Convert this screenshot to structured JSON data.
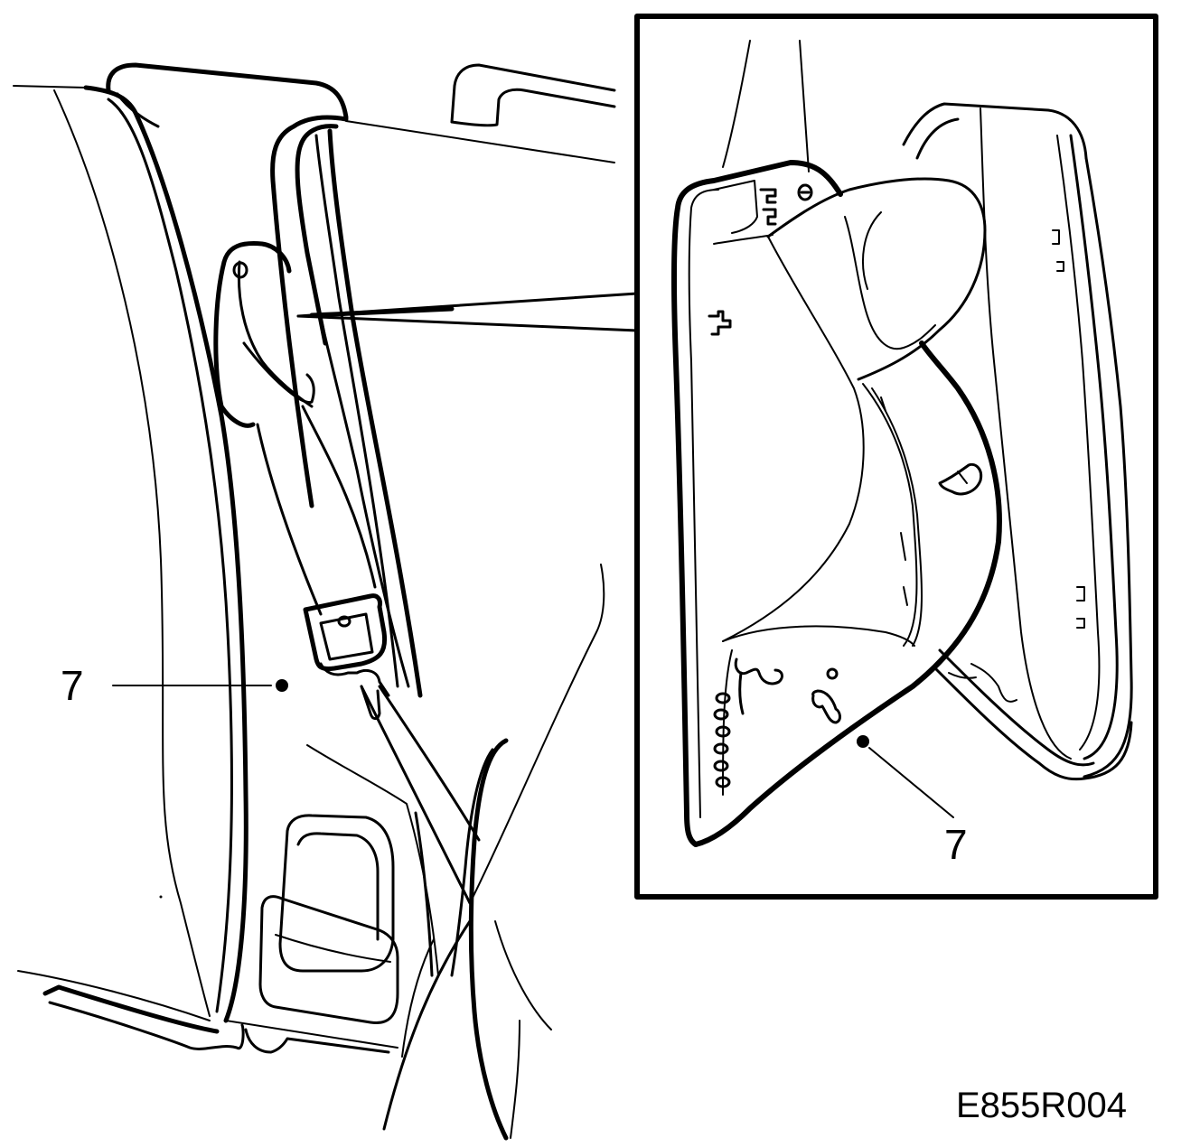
{
  "callouts": {
    "main_part_number": "7",
    "inset_part_number": "7"
  },
  "figure_code": "E855R004",
  "colors": {
    "line": "#000000",
    "background": "#ffffff"
  }
}
